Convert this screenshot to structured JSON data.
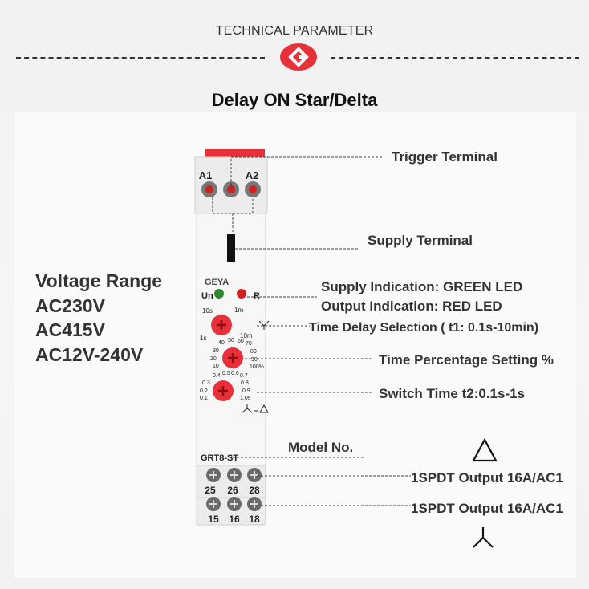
{
  "header": {
    "title": "TECHNICAL PARAMETER",
    "subtitle": "Delay ON Star/Delta"
  },
  "voltage": {
    "heading": "Voltage Range",
    "values": [
      "AC230V",
      "AC415V",
      "AC12V-240V"
    ]
  },
  "callouts": {
    "trigger": "Trigger Terminal",
    "supply": "Supply Terminal",
    "supply_led": "Supply Indication: GREEN LED",
    "output_led": "Output Indication: RED LED",
    "time_delay": "Time Delay Selection ( t1: 0.1s-10min)",
    "time_percentage": "Time Percentage Setting %",
    "switch_time": "Switch Time t2:0.1s-1s",
    "model": "Model No.",
    "output1": "1SPDT Output 16A/AC1",
    "output2": "1SPDT Output 16A/AC1"
  },
  "device": {
    "brand": "GEYA",
    "top_terminals": [
      "A1",
      "A2"
    ],
    "led_un": "Un",
    "led_r": "R",
    "dial1_labels": [
      "10s",
      "1m",
      "1s",
      "10m"
    ],
    "dial2_labels": [
      "40",
      "50",
      "60",
      "70",
      "30",
      "80",
      "20",
      "90",
      "10",
      "100%"
    ],
    "dial3_labels": [
      "0.4",
      "0.5",
      "0.6",
      "0.7",
      "0.3",
      "0.8",
      "0.2",
      "0.9",
      "0.1",
      "1.0s"
    ],
    "model_no": "GRT8-ST",
    "bottom_row1": [
      "25",
      "26",
      "28"
    ],
    "bottom_row2": [
      "15",
      "16",
      "18"
    ]
  },
  "colors": {
    "accent_red": "#e8303a",
    "led_green": "#2f8a2f",
    "led_red": "#d02020"
  }
}
